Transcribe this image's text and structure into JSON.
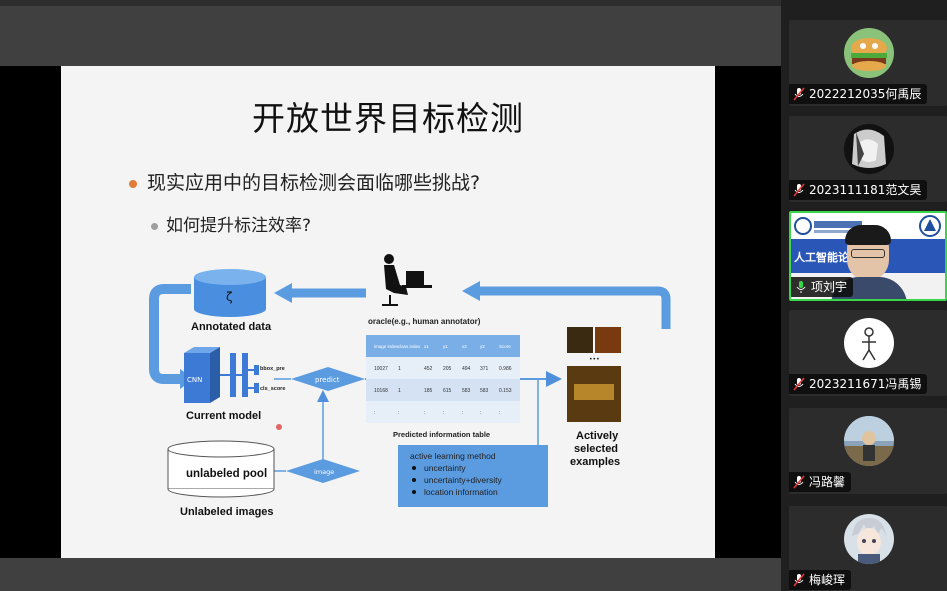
{
  "slide": {
    "title": "开放世界目标检测",
    "bullet1": "现实应用中的目标检测会面临哪些挑战?",
    "bullet2": "如何提升标注效率?"
  },
  "diagram": {
    "annotated_data": "Annotated data",
    "current_model": "Current  model",
    "unlabeled_pool": "unlabeled pool",
    "unlabeled_images": "Unlabeled images",
    "oracle": "oracle(e.g., human annotator)",
    "predict": "predict",
    "image": "image",
    "cnn": "CNN",
    "bbox_pre": "bbox_pre",
    "cls_score": "cls_score",
    "zeta": "ζ",
    "predicted_table_title": "Predicted information table",
    "table_headers": [
      "image index",
      "class index",
      "x1",
      "y1",
      "x2",
      "y2",
      "Score"
    ],
    "table_rows": [
      [
        "10027",
        "1",
        "452",
        "205",
        "494",
        "371",
        "0.986"
      ],
      [
        "10168",
        "1",
        "185",
        "615",
        "583",
        "583",
        "0.153"
      ],
      [
        ":",
        ":",
        ":",
        ":",
        ":",
        ":",
        ":"
      ]
    ],
    "dots": "•••",
    "actively_selected": [
      "Actively",
      "selected",
      "examples"
    ],
    "al_method_title": "active learning method",
    "al_methods": [
      "uncertainty",
      "uncertainty+diversity",
      "location information"
    ]
  },
  "participants": [
    {
      "name": "2022212035何禹辰",
      "mic": "muted",
      "avatar": "burger-avatar"
    },
    {
      "name": "2023111181范文昊",
      "mic": "muted",
      "avatar": "anime-avatar"
    },
    {
      "name": "项刘宇",
      "mic": "active",
      "avatar": "camera-feed",
      "banner": "人工智能论坛"
    },
    {
      "name": "2023211671冯禹锡",
      "mic": "muted",
      "avatar": "stickman-avatar"
    },
    {
      "name": "冯路馨",
      "mic": "muted",
      "avatar": "photo-avatar"
    },
    {
      "name": "梅峻珲",
      "mic": "muted",
      "avatar": "anime-boy-avatar"
    }
  ],
  "colors": {
    "accent_green": "#3ad64a",
    "diagram_blue": "#4f8fdc",
    "muted_red": "#e03a3a"
  }
}
